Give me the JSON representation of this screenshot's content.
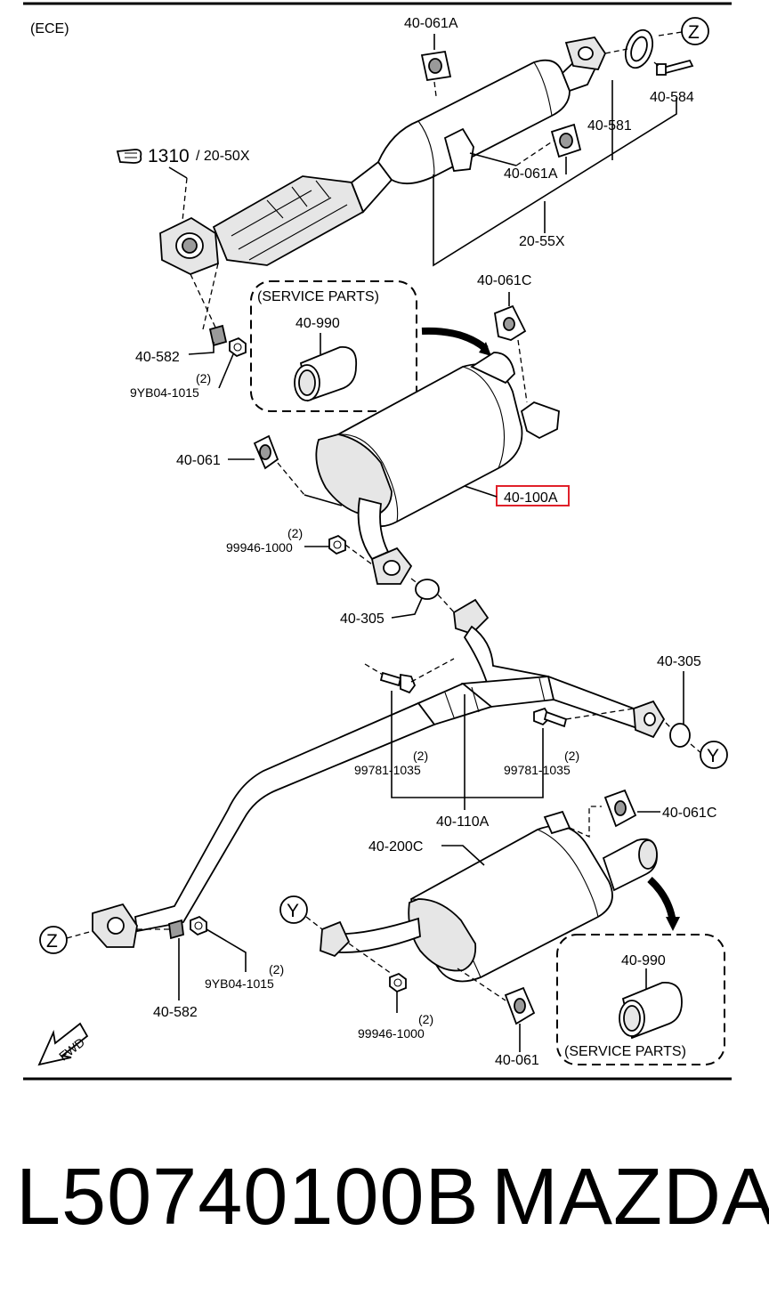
{
  "diagram": {
    "variant": "(ECE)",
    "ref_1310": "1310",
    "ref_1310_suffix": "/ 20-50X",
    "service_parts": "(SERVICE PARTS)",
    "fwd": "FWD",
    "markers": {
      "z": "Z",
      "y": "Y"
    },
    "labels": {
      "p40_061A_top": "40-061A",
      "p40_584": "40-584",
      "p40_581": "40-581",
      "p40_061A_mid": "40-061A",
      "p20_55X": "20-55X",
      "p40_061C_top": "40-061C",
      "p40_990_top": "40-990",
      "p40_582_top": "40-582",
      "qty_9YB04_top": "(2)",
      "p9YB04_top": "9YB04-1015",
      "p40_061_mid": "40-061",
      "p40_100A": "40-100A",
      "qty_99946_top": "(2)",
      "p99946_top": "99946-1000",
      "p40_305_left": "40-305",
      "p40_305_right": "40-305",
      "qty_99781_left": "(2)",
      "p99781_left": "99781-1035",
      "qty_99781_right": "(2)",
      "p99781_right": "99781-1035",
      "p40_110A": "40-110A",
      "p40_061C_bot": "40-061C",
      "p40_200C": "40-200C",
      "qty_9YB04_bot": "(2)",
      "p9YB04_bot": "9YB04-1015",
      "p40_582_bot": "40-582",
      "qty_99946_bot": "(2)",
      "p99946_bot": "99946-1000",
      "p40_061_bot": "40-061",
      "p40_990_bot": "40-990"
    },
    "highlight_color": "#e0202a"
  },
  "footer": {
    "part_number": "L50740100B",
    "brand": "MAZDA"
  }
}
